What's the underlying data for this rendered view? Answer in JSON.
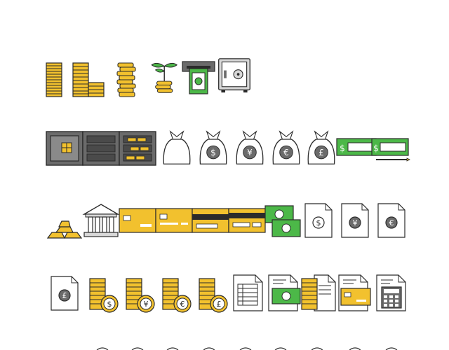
{
  "sheet": {
    "title": "",
    "background": "#ffffff"
  },
  "colors": {
    "outline": "#2b2b2b",
    "gold": "#f2c12e",
    "gold_dark": "#c9961a",
    "green": "#4cb848",
    "green_dark": "#2f8a34",
    "gray": "#6b6b6b",
    "gray_light": "#d8d8d8",
    "paper": "#ffffff"
  },
  "rows": [
    {
      "row": 1,
      "icons": [
        "coin-stack-tall-icon",
        "coin-stack-pair-icon",
        "coin-stack-uneven-icon",
        "money-plant-icon",
        "atm-cash-icon",
        "safe-icon"
      ]
    },
    {
      "row": 2,
      "icons": [
        "safe-front-icon",
        "vault-shelves-icon",
        "vault-gold-bars-icon",
        "money-bag-icon",
        "money-bag-dollar-icon",
        "money-bag-yen-icon",
        "money-bag-euro-icon",
        "money-bag-pound-icon",
        "cheque-icon"
      ]
    },
    {
      "row": 3,
      "icons": [
        "gold-bars-icon",
        "bank-building-icon",
        "credit-card-front-icon",
        "credit-card-front-alt-icon",
        "credit-card-back-icon",
        "credit-card-back-alt-icon",
        "banknotes-icon",
        "document-dollar-icon",
        "document-yen-icon",
        "document-euro-icon"
      ]
    },
    {
      "row": 4,
      "icons": [
        "document-pound-icon",
        "coins-dollar-icon",
        "coins-yen-icon",
        "coins-euro-icon",
        "coins-pound-icon",
        "invoice-icon",
        "invoice-cash-icon",
        "invoice-coins-icon",
        "invoice-card-icon",
        "invoice-calculator-icon"
      ]
    },
    {
      "row": 5,
      "icons": [
        "circle-icon-partial"
      ]
    }
  ]
}
